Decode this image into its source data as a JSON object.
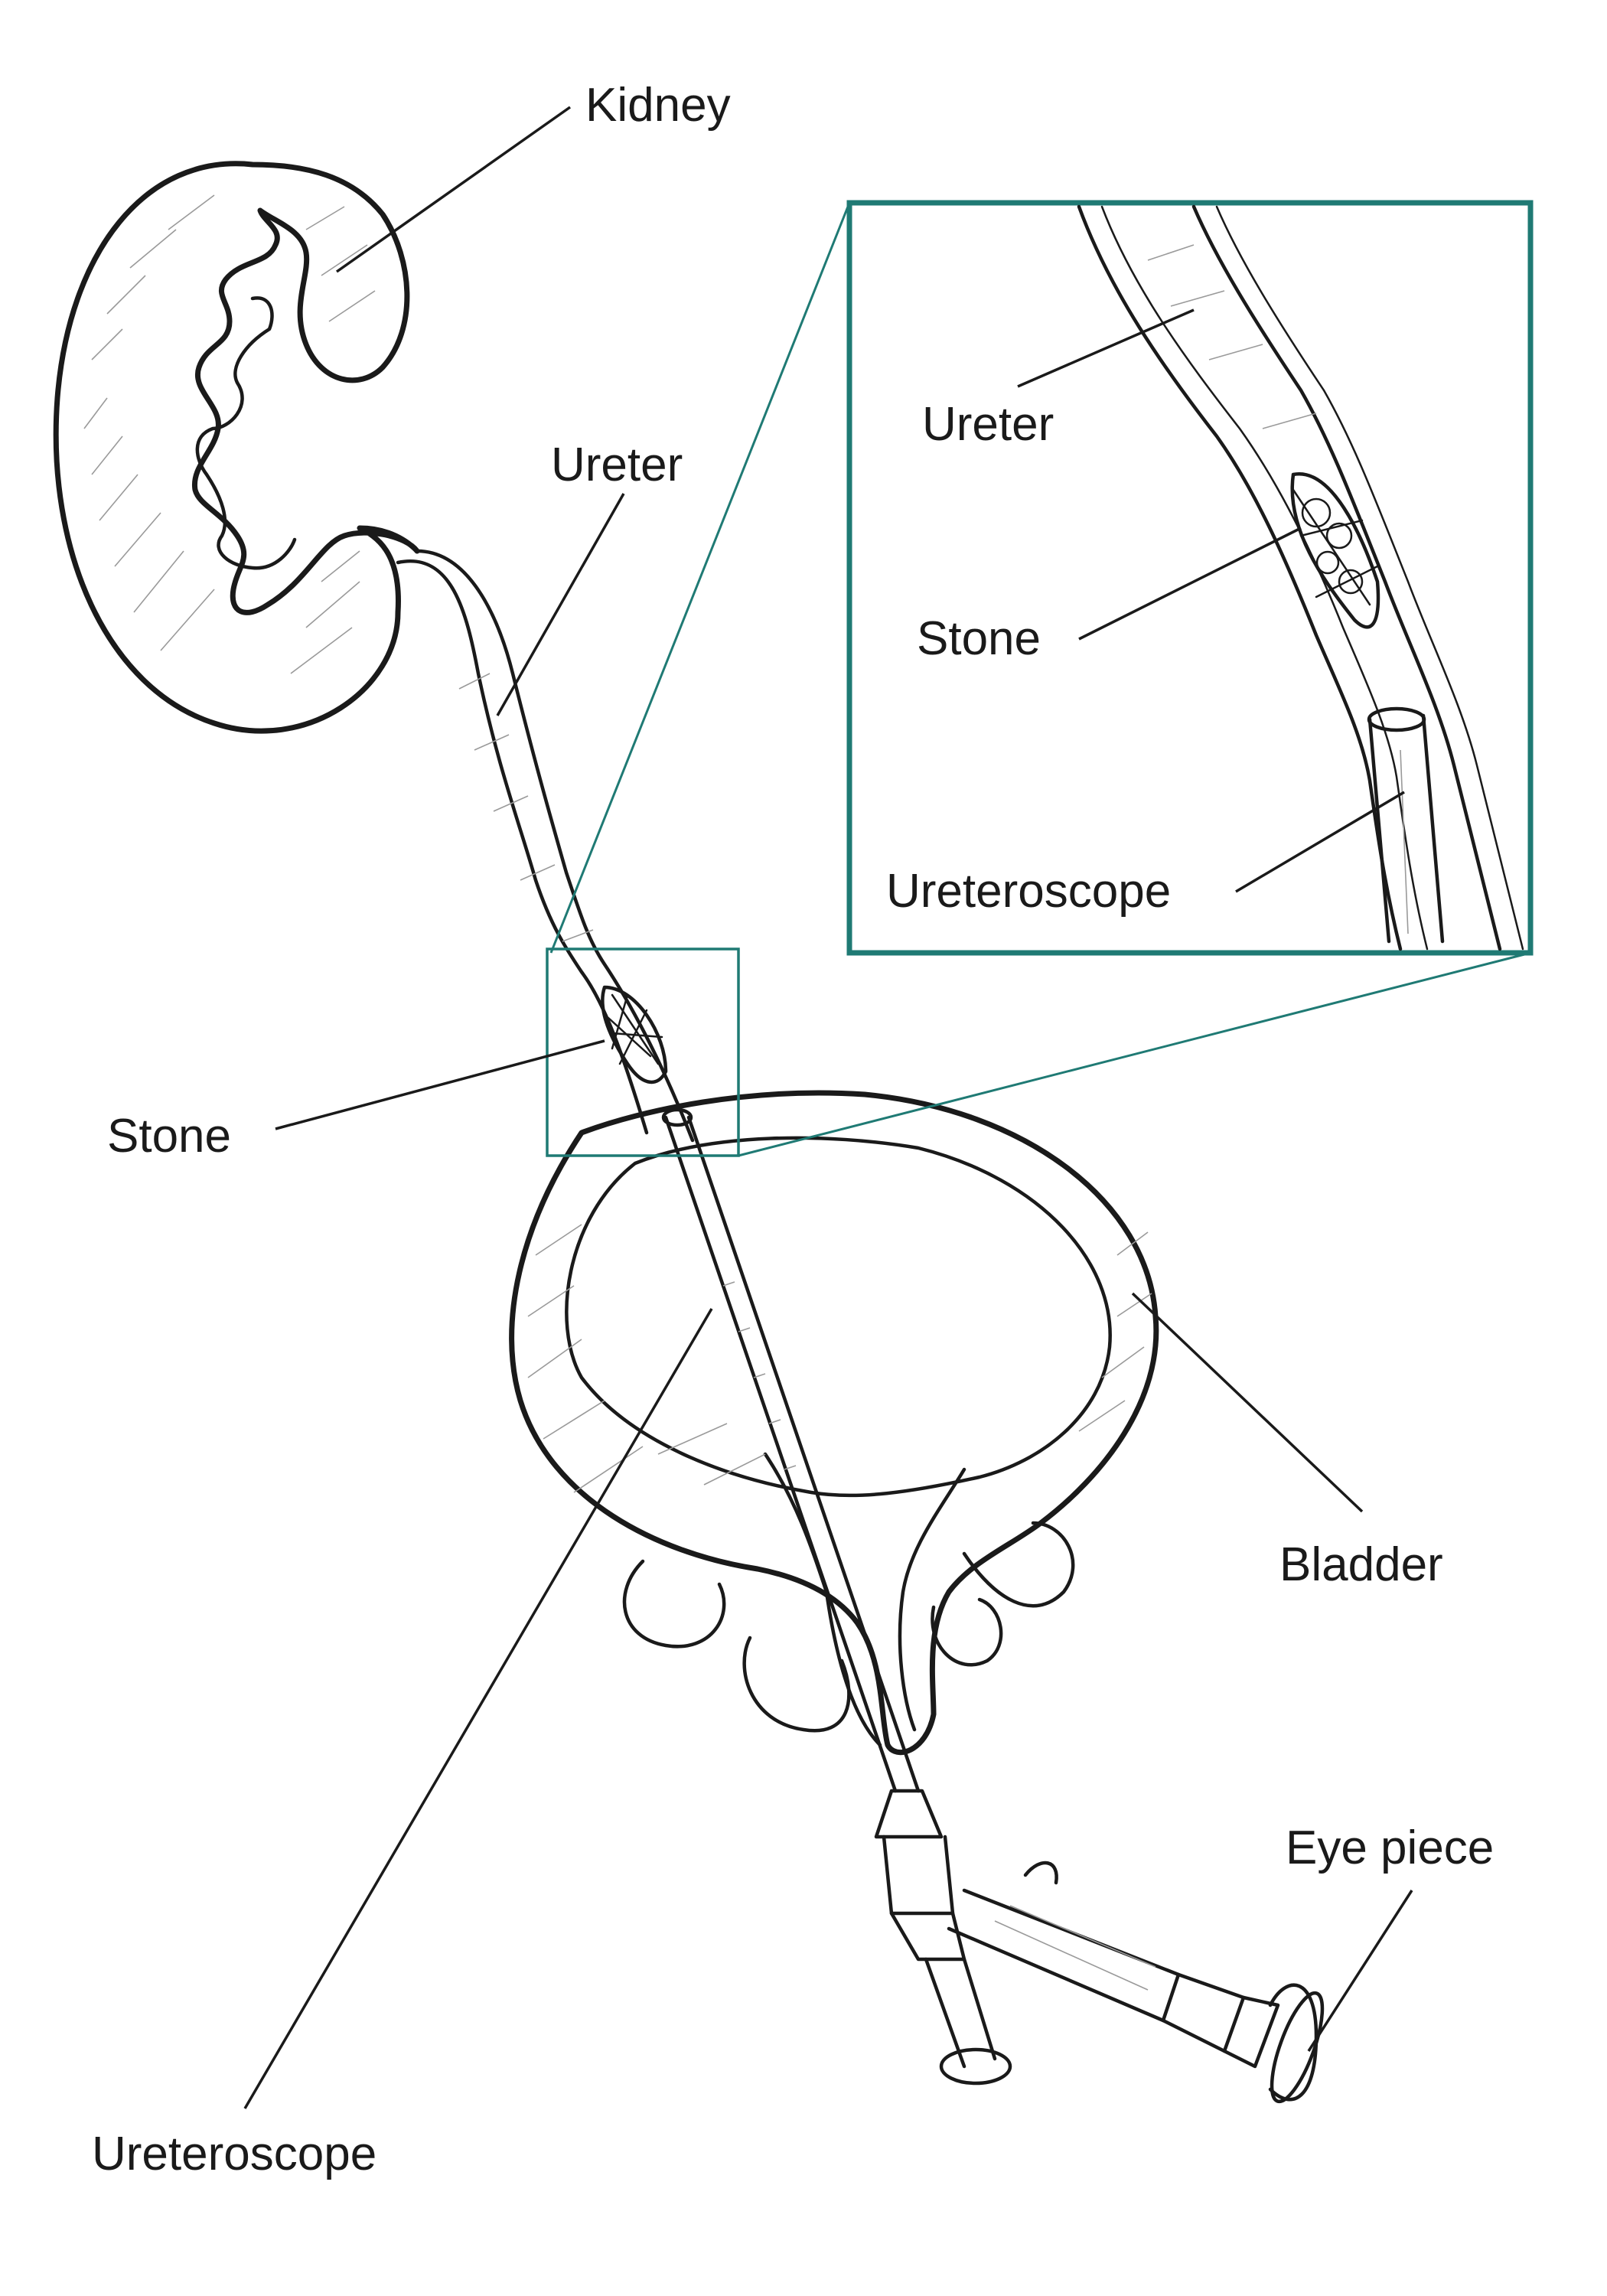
{
  "labels": {
    "kidney": "Kidney",
    "ureter": "Ureter",
    "stone": "Stone",
    "bladder": "Bladder",
    "ureteroscope": "Ureteroscope",
    "eye_piece": "Eye piece"
  },
  "inset": {
    "ureter": "Ureter",
    "stone": "Stone",
    "ureteroscope": "Ureteroscope"
  },
  "colors": {
    "inset_frame": "#1f7a74",
    "line": "#1a1a1a",
    "background": "#ffffff"
  }
}
